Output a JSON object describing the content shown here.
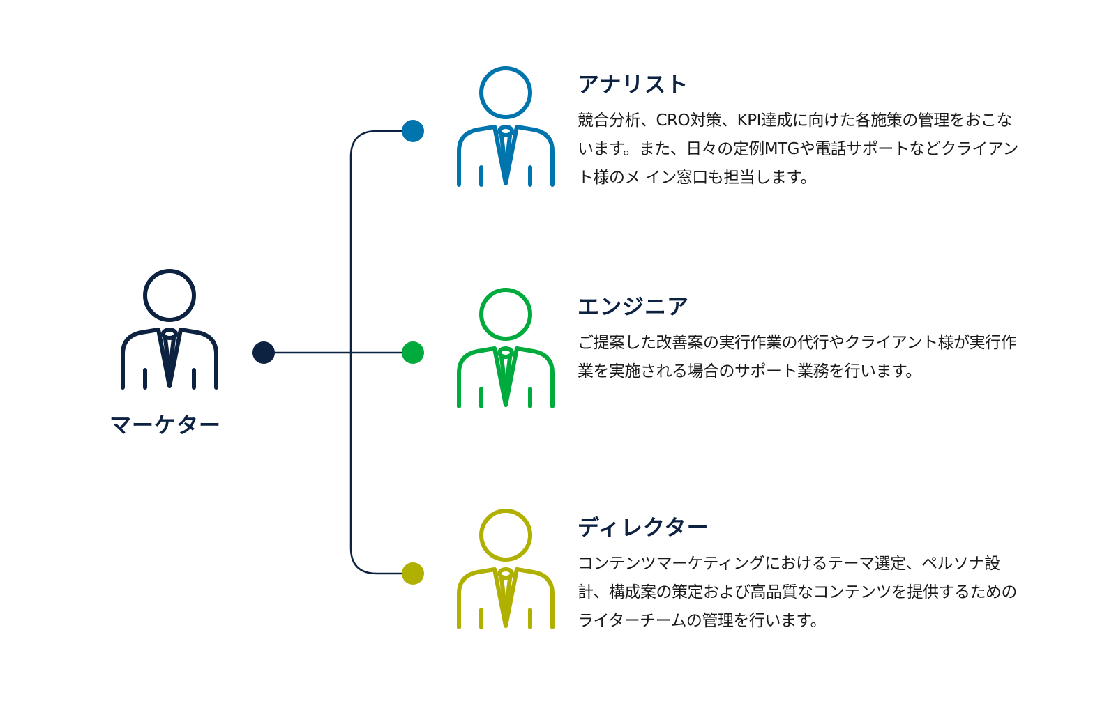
{
  "root": {
    "label": "マーケター",
    "color": "#0d2240"
  },
  "roles": [
    {
      "title": "アナリスト",
      "color": "#0075ad",
      "description": "競合分析、CRO対策、KPI達成に向けた各施策の管理をおこないます。また、日々の定例MTGや電話サポートなどクライアント様のメ イン窓口も担当します。"
    },
    {
      "title": "エンジニア",
      "color": "#00aa3c",
      "description": "ご提案した改善案の実行作業の代行やクライアント様が実行作業を実施される場合のサポート業務を行います。"
    },
    {
      "title": "ディレクター",
      "color": "#b0b000",
      "description": "コンテンツマーケティングにおけるテーマ選定、ペルソナ設計、構成案の策定および高品質なコンテンツを提供するためのライターチームの管理を行います。"
    }
  ],
  "line_color": "#0d2240"
}
